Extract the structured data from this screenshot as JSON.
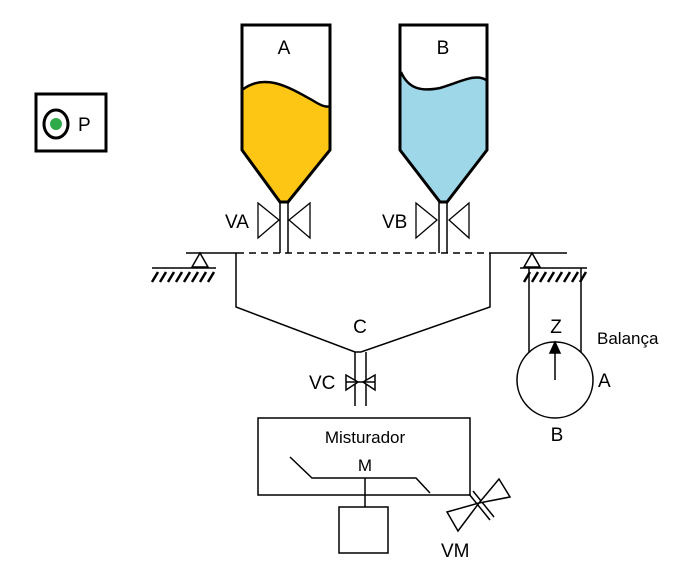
{
  "indicator": {
    "label": "P",
    "lamp_color": "#2eaa4a"
  },
  "tank_a": {
    "label": "A",
    "fill_color": "#fdc514",
    "valve_label": "VA"
  },
  "tank_b": {
    "label": "B",
    "fill_color": "#9ed8e8",
    "valve_label": "VB"
  },
  "hopper": {
    "label": "C",
    "valve_label": "VC"
  },
  "scale": {
    "title": "Balança",
    "pointer_label": "Z",
    "right_label": "A",
    "bottom_label": "B"
  },
  "mixer": {
    "title": "Misturador",
    "motor_label": "M",
    "valve_label": "VM"
  }
}
